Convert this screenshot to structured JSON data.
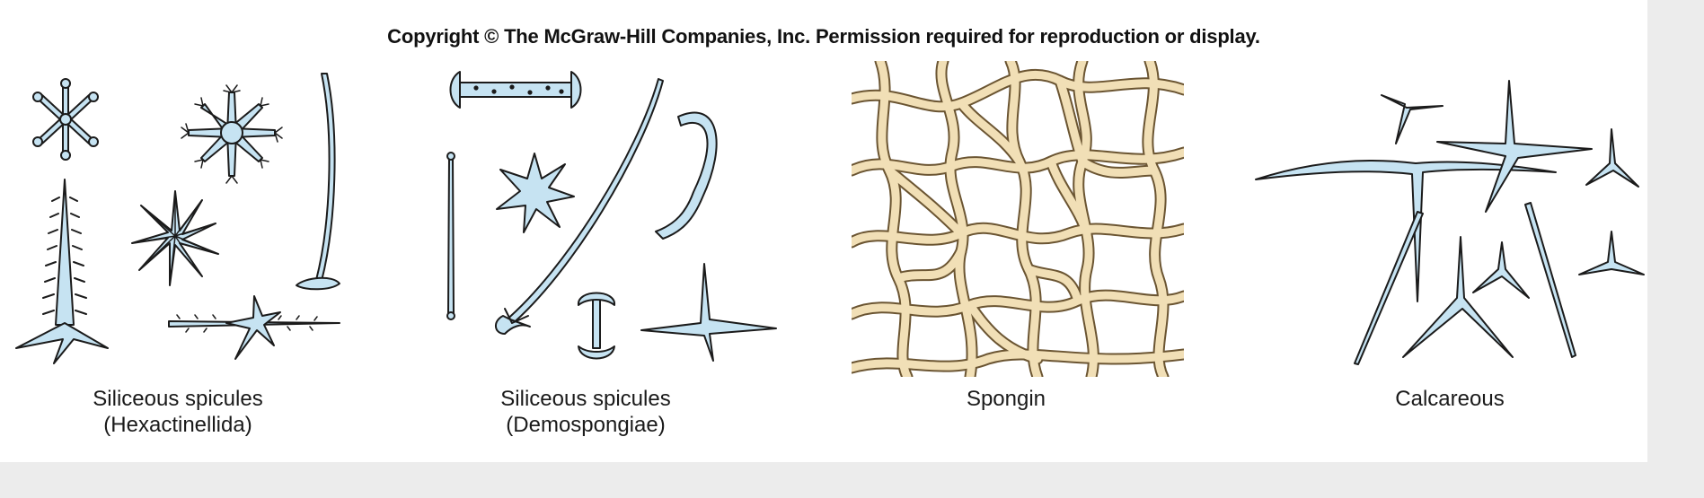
{
  "copyright": "Copyright © The McGraw-Hill Companies, Inc. Permission required for reproduction or display.",
  "panels": [
    {
      "caption_line1": "Siliceous spicules",
      "caption_line2": "(Hexactinellida)"
    },
    {
      "caption_line1": "Siliceous spicules",
      "caption_line2": "(Demospongiae)"
    },
    {
      "caption_line1": "Spongin",
      "caption_line2": ""
    },
    {
      "caption_line1": "Calcareous",
      "caption_line2": ""
    }
  ],
  "colors": {
    "spicule_fill": "#c6e3f2",
    "outline": "#1b1b1b",
    "spongin_fill": "#f1dfb6",
    "spongin_outline": "#6b5532",
    "background": "#ffffff"
  }
}
